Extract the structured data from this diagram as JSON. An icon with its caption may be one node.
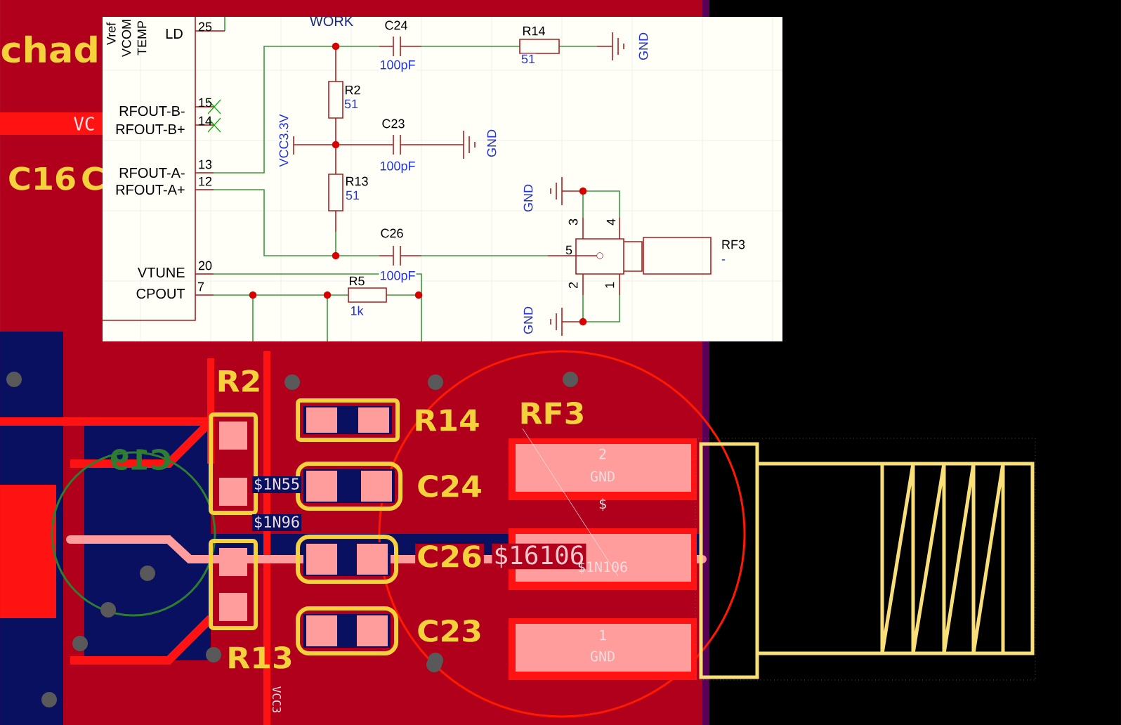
{
  "diagram": {
    "labels": [
      "chad",
      "VC",
      "C16",
      "C",
      "Vref",
      "VCOM",
      "TEMP",
      "LD",
      "25",
      "WORK",
      "C24",
      "100pF",
      "R14",
      "51",
      "GND",
      "RFOUT-B-",
      "15",
      "RFOUT-B+",
      "14",
      "R2",
      "51",
      "VCC3.3V",
      "C23",
      "100pF",
      "GND",
      "RFOUT-A-",
      "13",
      "RFOUT-A+",
      "12",
      "R13",
      "51",
      "GND",
      "3",
      "4",
      "C26",
      "5",
      "RF3",
      "-",
      "VTUNE",
      "20",
      "100pF",
      "CPOUT",
      "7",
      "R5",
      "1k",
      "2",
      "1",
      "GND",
      "R2",
      "R14",
      "C24",
      "C19",
      "$1N55",
      "$1N96",
      "C26",
      "$16106",
      "C23",
      "R13",
      "VCC3",
      "RF3",
      "2",
      "GND",
      "$",
      "$1N106",
      "1",
      "GND"
    ]
  }
}
